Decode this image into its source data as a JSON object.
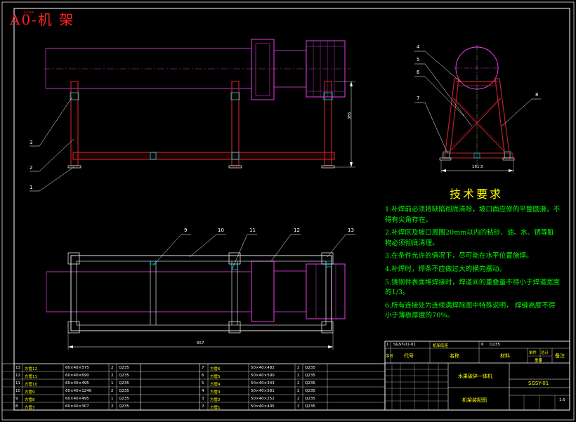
{
  "sheet": {
    "title": "A0-机 架",
    "small_label": "0-2500"
  },
  "front_view": {
    "callouts": [
      "3",
      "2",
      "1"
    ],
    "dim_height": "385"
  },
  "side_view": {
    "callouts": [
      "4",
      "5",
      "6",
      "7",
      "8"
    ],
    "dim_width": "161.5"
  },
  "top_view": {
    "callouts": [
      "9",
      "10",
      "11",
      "12",
      "13"
    ],
    "dim_length": "657"
  },
  "tech_requirements": {
    "title": "技术要求",
    "items": [
      "1.补焊前必须将缺陷彻底清除，坡口面应修的平整圆滑，不得有尖角存在。",
      "2.补焊区及坡口周围20mm以内的粘砂、油、水、锈等脏物必须彻底清理。",
      "3.在条件允许的情况下，尽可能在水平位置施焊。",
      "4.补焊时，焊条不应做过大的横向摆动。",
      "5.铸钢件表面堆焊接时，焊道间的重叠量不得小于焊道宽度的1/3。",
      "6.所有连接处为连续满焊除图中特殊说明， 焊缝高度不得小于薄板厚度的70%。"
    ]
  },
  "bom": {
    "left": [
      {
        "no": "13",
        "code": "方管12",
        "spec": "60×40×575",
        "qty": "2",
        "mat": "Q235"
      },
      {
        "no": "12",
        "code": "方管11",
        "spec": "60×40×690",
        "qty": "2",
        "mat": "Q235"
      },
      {
        "no": "11",
        "code": "方管10",
        "spec": "60×40×495",
        "qty": "1",
        "mat": "Q235"
      },
      {
        "no": "10",
        "code": "方管9",
        "spec": "60×40×1240",
        "qty": "2",
        "mat": "Q235"
      },
      {
        "no": "9",
        "code": "方管8",
        "spec": "60×40×495",
        "qty": "1",
        "mat": "Q235"
      },
      {
        "no": "8",
        "code": "方管7",
        "spec": "60×40×307",
        "qty": "2",
        "mat": "Q235"
      }
    ],
    "right": [
      {
        "no": "7",
        "code": "方管6",
        "spec": "50×40×482",
        "qty": "2",
        "mat": "Q235"
      },
      {
        "no": "6",
        "code": "方管5",
        "spec": "50×40×590",
        "qty": "2",
        "mat": "Q235"
      },
      {
        "no": "5",
        "code": "方管4",
        "spec": "50×40×343",
        "qty": "2",
        "mat": "Q235"
      },
      {
        "no": "4",
        "code": "方管3",
        "spec": "50×40×581",
        "qty": "2",
        "mat": "Q235"
      },
      {
        "no": "3",
        "code": "方管2",
        "spec": "50×40×252",
        "qty": "2",
        "mat": "Q235"
      },
      {
        "no": "2",
        "code": "方管1",
        "spec": "50×40×405",
        "qty": "2",
        "mat": "Q235"
      }
    ]
  },
  "title_block": {
    "row1_no": "1",
    "row1_code": "SGSY-01-01",
    "row1_name": "机架底座",
    "row1_qty": "6",
    "row1_mat": "Q235",
    "h_no": "序号",
    "h_code": "代号",
    "h_name": "名称",
    "h_mat": "材料",
    "h_unit": "单件",
    "h_total": "总计",
    "h_weight": "重量",
    "h_remark": "备注",
    "product": "水果破碎一体机",
    "drawing_no": "SGSY-01",
    "drawing_name": "机架装配图",
    "scale": "1:5"
  }
}
